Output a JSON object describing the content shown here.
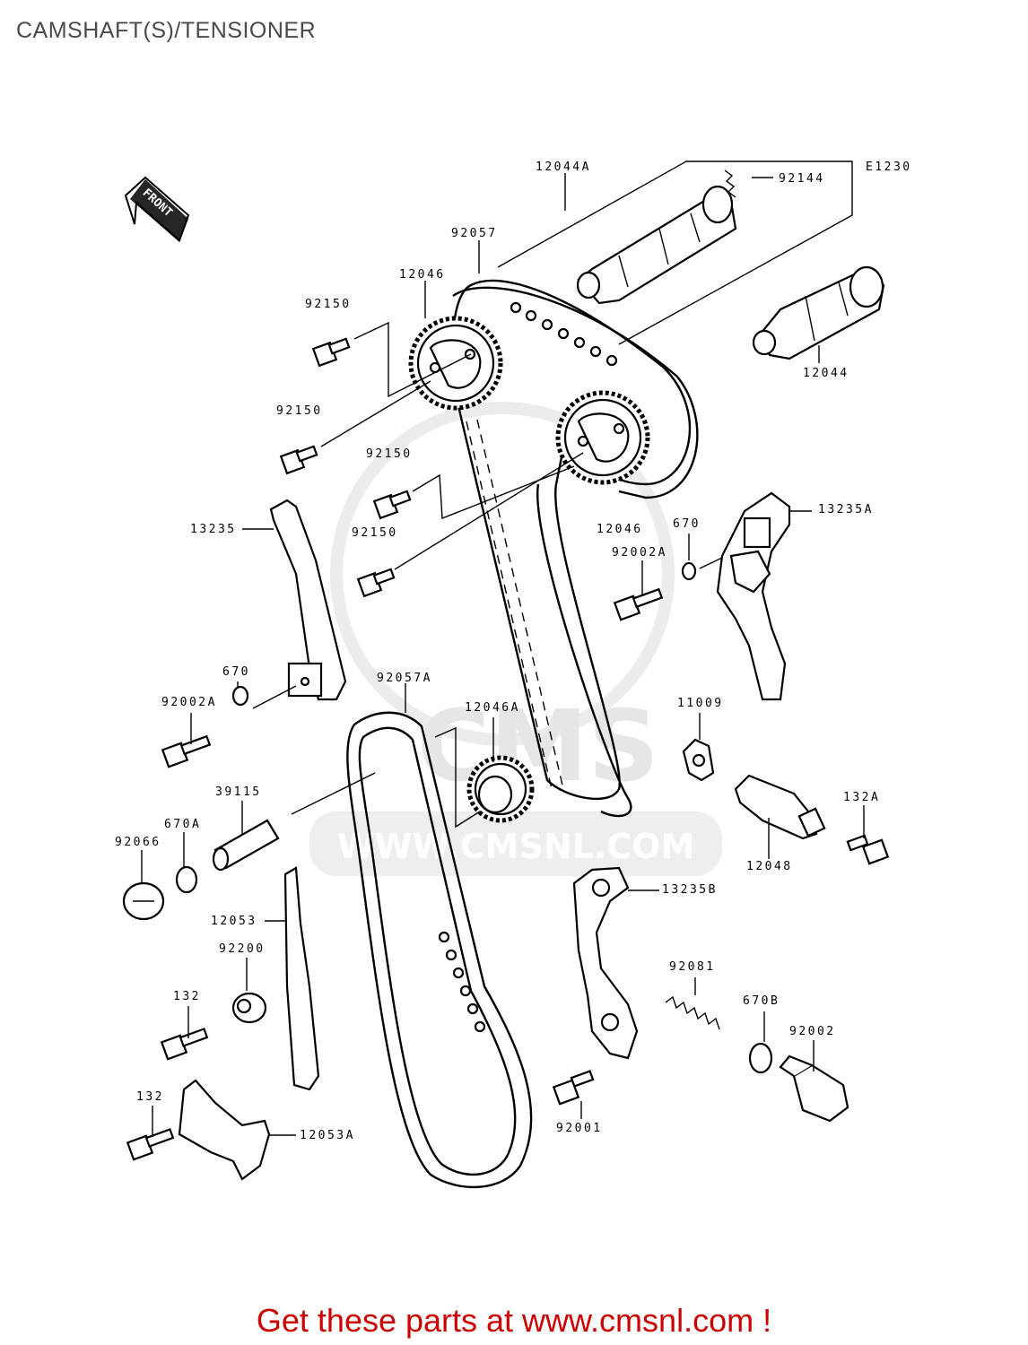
{
  "title": "CAMSHAFT(S)/TENSIONER",
  "diagram_code": "E1230",
  "front_label": "FRONT",
  "watermark": "WWW.CMSNL.COM",
  "watermark_logo": "CMS",
  "cta": "Get these parts at www.cmsnl.com !",
  "colors": {
    "cta": "#cc0000",
    "title": "#4a4a4a",
    "line": "#000000",
    "watermark": "#e6e6e6"
  },
  "parts": {
    "p12044A": "12044A",
    "p92144": "92144",
    "p92057": "92057",
    "p12046_top": "12046",
    "p12044": "12044",
    "p92150_a": "92150",
    "p92150_b": "92150",
    "p92150_c": "92150",
    "p92150_d": "92150",
    "p12046_mid": "12046",
    "p13235": "13235",
    "p13235A": "13235A",
    "p670_right": "670",
    "p92002A_right": "92002A",
    "p670_left": "670",
    "p92002A_left": "92002A",
    "p92057A": "92057A",
    "p12046A": "12046A",
    "p11009": "11009",
    "p39115": "39115",
    "p132A": "132A",
    "p92066": "92066",
    "p670A": "670A",
    "p12048": "12048",
    "p12053": "12053",
    "p13235B": "13235B",
    "p92200": "92200",
    "p92081": "92081",
    "p132_upper": "132",
    "p670B": "670B",
    "p92002": "92002",
    "p132_lower": "132",
    "p12053A": "12053A",
    "p92001": "92001"
  }
}
